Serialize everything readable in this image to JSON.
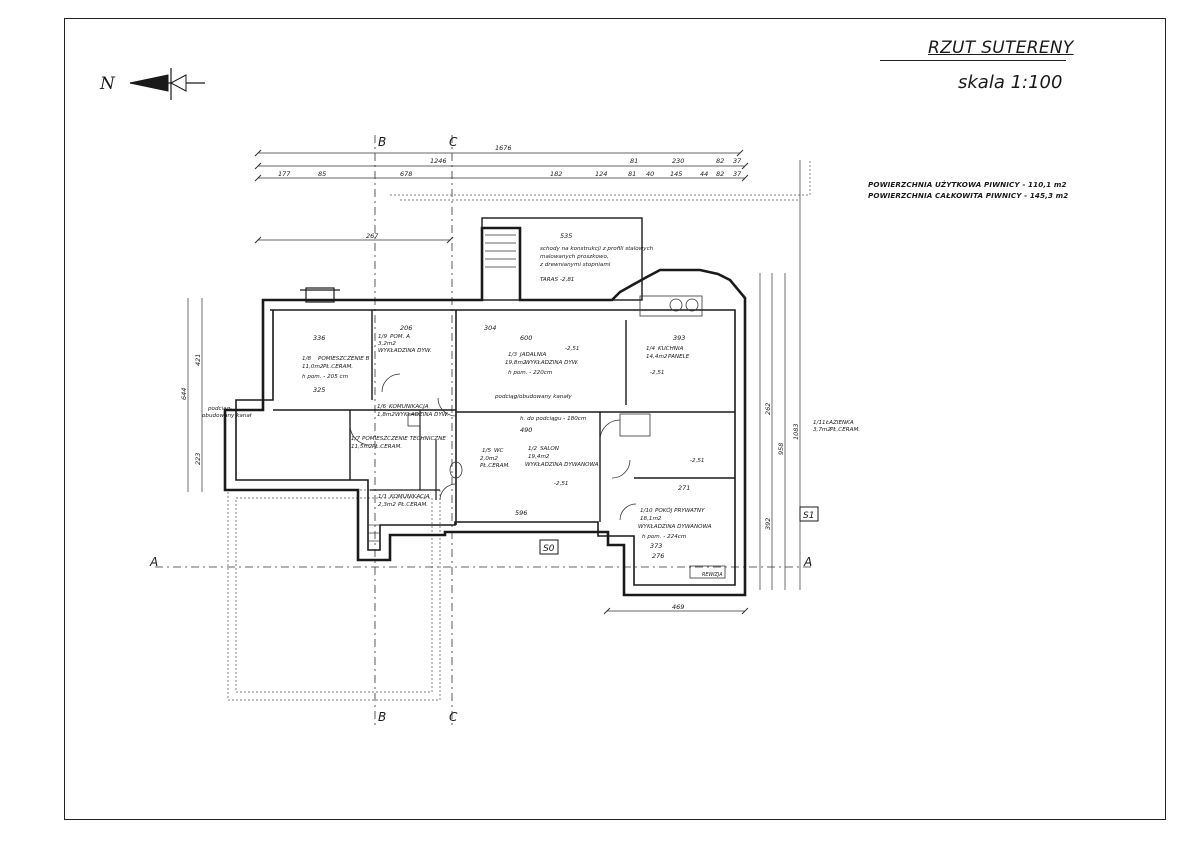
{
  "sheet": {
    "title": "RZUT SUTERENY",
    "scale": "skala 1:100",
    "north_label": "N",
    "area_usable": "POWIERZCHNIA UŻYTKOWA PIWNICY - 110,1 m2",
    "area_total": "POWIERZCHNIA CAŁKOWITA PIWNICY - 145,3 m2"
  },
  "sections": {
    "b_top": "B",
    "c_top": "C",
    "b_bottom": "B",
    "c_bottom": "C",
    "a_left": "A",
    "a_right": "A",
    "s0": "S0",
    "s1": "S1"
  },
  "dimensions": {
    "overall": "1676",
    "top_row2": [
      "1246",
      "81",
      "230",
      "82",
      "37"
    ],
    "top_row3": [
      "177",
      "85",
      "678",
      "182",
      "124",
      "81",
      "40",
      "145",
      "44",
      "82",
      "37"
    ],
    "left_267": "267",
    "bottom_469": "469",
    "stair_535": "535",
    "left_644": "644",
    "left_421": "421",
    "left_223": "223",
    "right_1083": "1083",
    "right_958": "958",
    "right_262": "262",
    "right_392": "392",
    "inner": [
      "336",
      "325",
      "206",
      "304",
      "600",
      "490",
      "596",
      "393",
      "373",
      "276",
      "271"
    ]
  },
  "rooms": [
    {
      "id": "pom_b",
      "num": "1/8",
      "name": "POMIESZCZENIE B",
      "area": "11,0m2",
      "floor": "PŁ.CERAM.",
      "h": "h pom. - 205 cm"
    },
    {
      "id": "pom_a",
      "num": "1/9",
      "name": "POM. A",
      "area": "3,2m2",
      "floor": "WYKŁADZINA DYW."
    },
    {
      "id": "jadalnia",
      "num": "1/3",
      "name": "JADALNIA",
      "area": "19,8m2",
      "floor": "WYKŁADZINA DYW.",
      "h": "h pom. - 220cm"
    },
    {
      "id": "kuchnia",
      "num": "1/4",
      "name": "KUCHNIA",
      "area": "14,4m2",
      "floor": "PANELE"
    },
    {
      "id": "kom_a",
      "num": "1/6",
      "name": "KOMUNIKACJA",
      "area": "1,8m2",
      "floor": "WYKŁADZINA DYW."
    },
    {
      "id": "pom_c",
      "num": "1/7",
      "name": "POMIESZCZENIE TECHNICZNE",
      "area": "11,5m2",
      "floor": "PŁ.CERAM."
    },
    {
      "id": "wc",
      "num": "1/5",
      "name": "WC",
      "area": "2,0m2",
      "floor": "PŁ.CERAM."
    },
    {
      "id": "salon",
      "num": "1/2",
      "name": "SALON",
      "area": "19,4m2",
      "floor": "WYKŁADZINA DYWANOWA"
    },
    {
      "id": "kom_b",
      "num": "1/1",
      "name": "KOMUNIKACJA",
      "area": "2,3m2",
      "floor": "PŁ.CERAM."
    },
    {
      "id": "pokoj",
      "num": "1/10",
      "name": "POKÓJ PRYWATNY",
      "area": "18,1m2",
      "floor": "WYKŁADZINA DYWANOWA",
      "h": "h pom. - 224cm"
    },
    {
      "id": "lazienka",
      "num": "1/11",
      "name": "ŁAZIENKA",
      "area": "3,7m2",
      "floor": "PŁ.CERAM."
    }
  ],
  "notes": {
    "stairs": [
      "schody na konstrukcji z profili stalowych",
      "malowanych proszkowo,",
      "z drewnianymi stopniami"
    ],
    "taras": "TARAS",
    "kanal_left": [
      "podciąg-",
      "obudowany kanał"
    ],
    "kanal_mid": "podciąg/obudowany kanały",
    "podciag": "h. do podciągu - 180cm",
    "lev": "-2,51",
    "lev2": "-2,81",
    "rewizja": "REWIZJA"
  }
}
